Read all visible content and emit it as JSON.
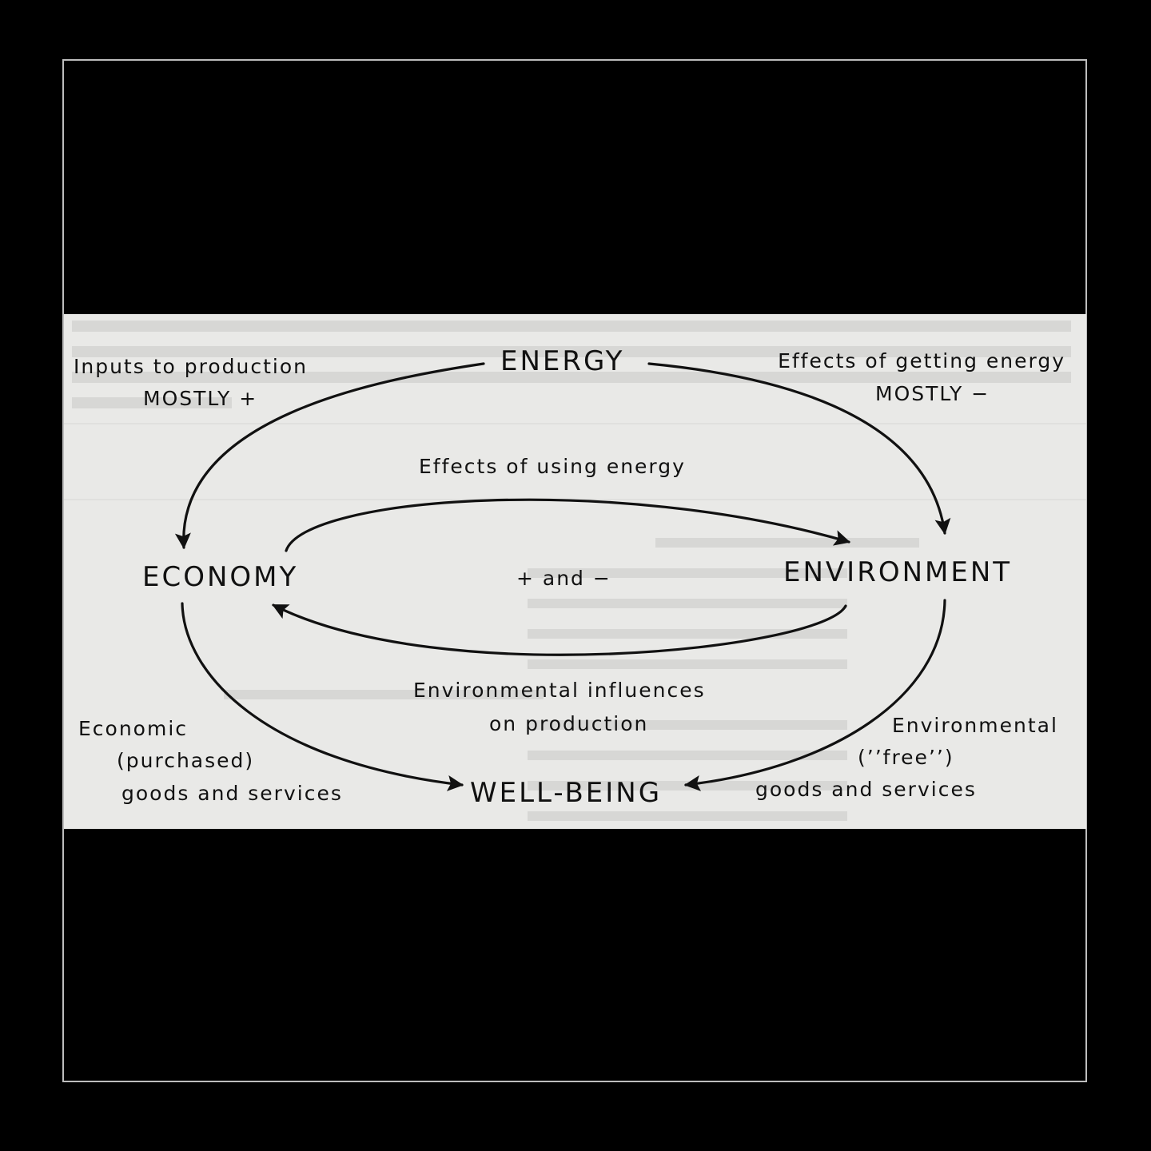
{
  "nodes": {
    "energy": "ENERGY",
    "economy": "ECONOMY",
    "environment": "ENVIRONMENT",
    "wellbeing": "WELL-BEING"
  },
  "edges": {
    "inputs_to_production": {
      "line1": "Inputs to production",
      "line2": "MOSTLY +"
    },
    "effects_of_getting_energy": {
      "line1": "Effects of getting energy",
      "line2": "MOSTLY −"
    },
    "effects_of_using_energy": "Effects of using energy",
    "plus_and_minus": "+ and −",
    "environmental_influences": {
      "line1": "Environmental influences",
      "line2": "on production"
    },
    "economic_goods": {
      "line1": "Economic",
      "line2": "(purchased)",
      "line3": "goods and services"
    },
    "environmental_goods": {
      "line1": "Environmental",
      "line2": "(’’free’’)",
      "line3": "goods and services"
    }
  },
  "colors": {
    "background": "#000000",
    "paper": "#e9e9e7",
    "ink": "#111111",
    "frame_border": "#bdbdbd"
  }
}
